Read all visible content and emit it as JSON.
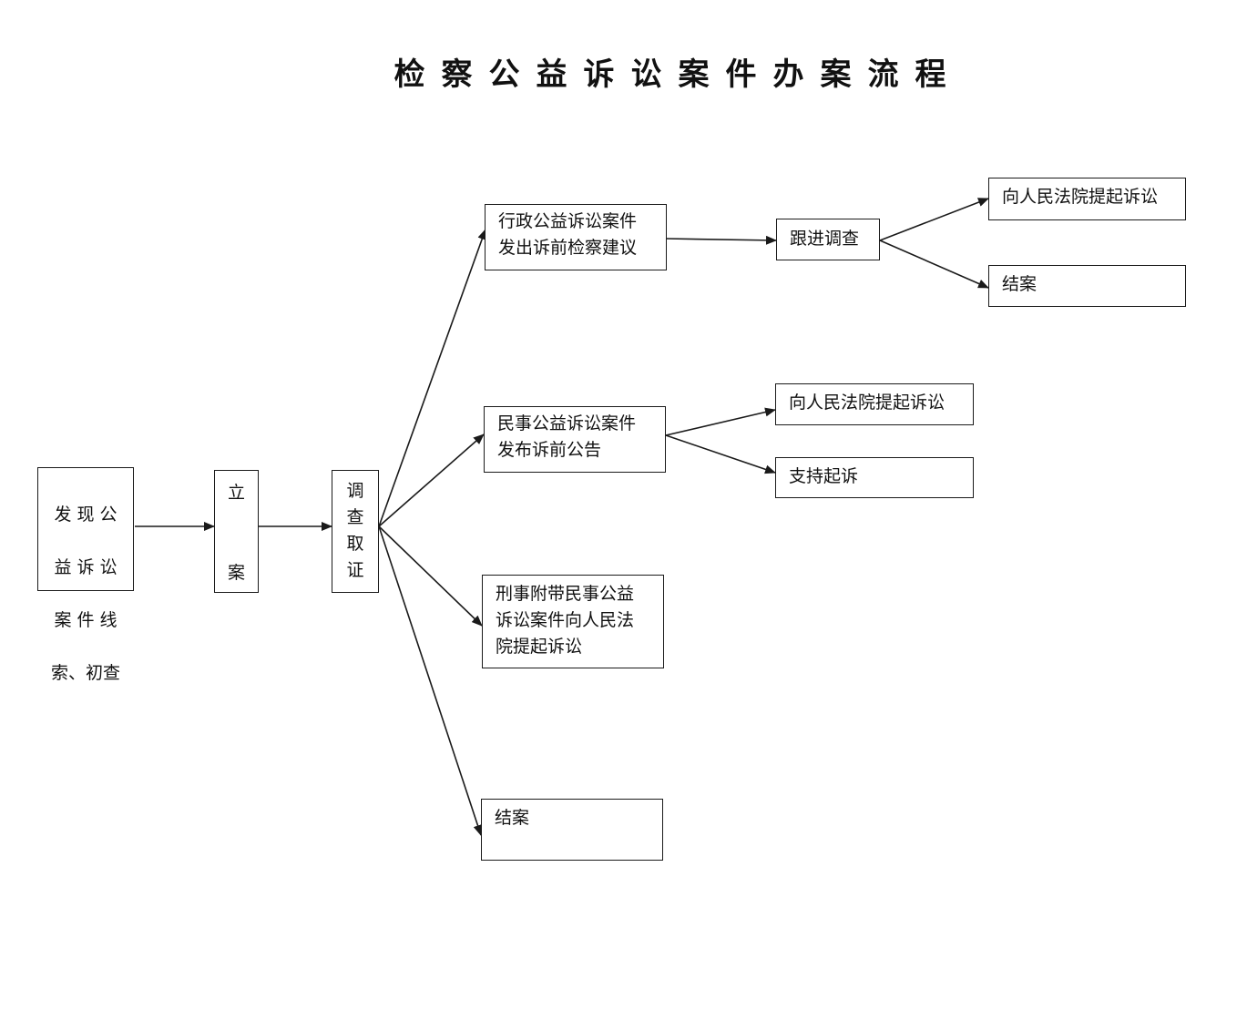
{
  "title": "检察公益诉讼案件办案流程",
  "nodes": {
    "clue": {
      "lines": [
        "发 现 公",
        "益 诉 讼",
        "案 件 线",
        "索、初查"
      ]
    },
    "filing": {
      "chars": [
        "立",
        "案"
      ]
    },
    "investigation": {
      "chars": [
        "调",
        "查",
        "取",
        "证"
      ]
    },
    "admin_suggestion": {
      "text": "行政公益诉讼案件\n发出诉前检察建议"
    },
    "follow_up": {
      "text": "跟进调查"
    },
    "admin_sue": {
      "text": "向人民法院提起诉讼"
    },
    "admin_close": {
      "text": "结案"
    },
    "civil_notice": {
      "text": "民事公益诉讼案件\n发布诉前公告"
    },
    "civil_sue": {
      "text": "向人民法院提起诉讼"
    },
    "civil_support": {
      "text": "支持起诉"
    },
    "criminal_civil": {
      "text": "刑事附带民事公益\n诉讼案件向人民法\n院提起诉讼"
    },
    "close": {
      "text": "结案"
    }
  },
  "colors": {
    "line": "#1a1a1a",
    "background": "#ffffff"
  }
}
